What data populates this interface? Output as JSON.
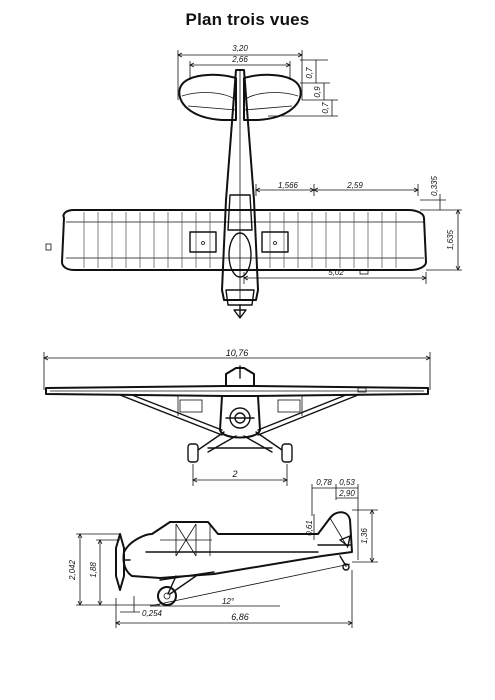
{
  "title": "Plan trois vues",
  "dimensions": {
    "top_tail_span": "3,20",
    "top_tail_inner": "2,66",
    "top_tail_a": "0,7",
    "top_tail_b": "0,9",
    "top_tail_c": "0,7",
    "wing_root": "1,566",
    "wing_outer": "2,59",
    "wing_dihedral": "0,335",
    "wing_chord": "1,635",
    "half_span": "5,02",
    "front_span": "10,76",
    "gear_track": "2",
    "side_a": "0,78",
    "side_b": "0,53",
    "side_c": "2,90",
    "side_fin": "0,61",
    "side_fin_height": "1,36",
    "side_height_total": "2,042",
    "side_height": "1,88",
    "side_wheel": "0,254",
    "side_angle": "12°",
    "side_length": "6,86"
  }
}
